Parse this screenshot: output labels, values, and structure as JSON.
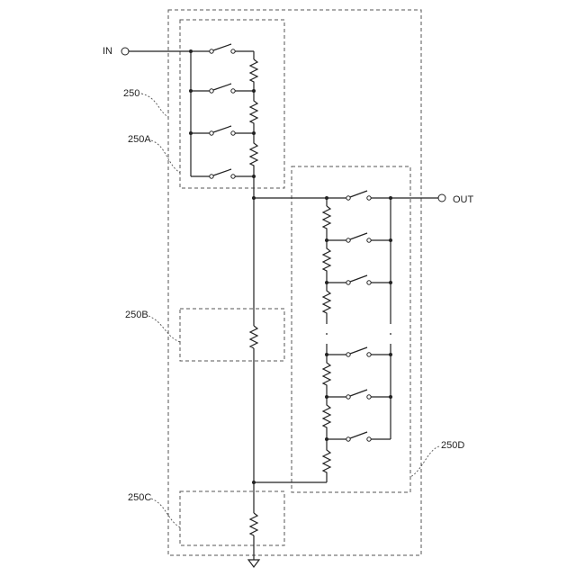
{
  "terminals": {
    "in": "IN",
    "out": "OUT"
  },
  "labels": {
    "block": "250",
    "sectionA": "250A",
    "sectionB": "250B",
    "sectionC": "250C",
    "sectionD": "250D"
  },
  "counts": {
    "sectionA_switches": 4,
    "sectionA_resistors": 3,
    "sectionD_switches": 6,
    "sectionD_resistors": 6
  }
}
